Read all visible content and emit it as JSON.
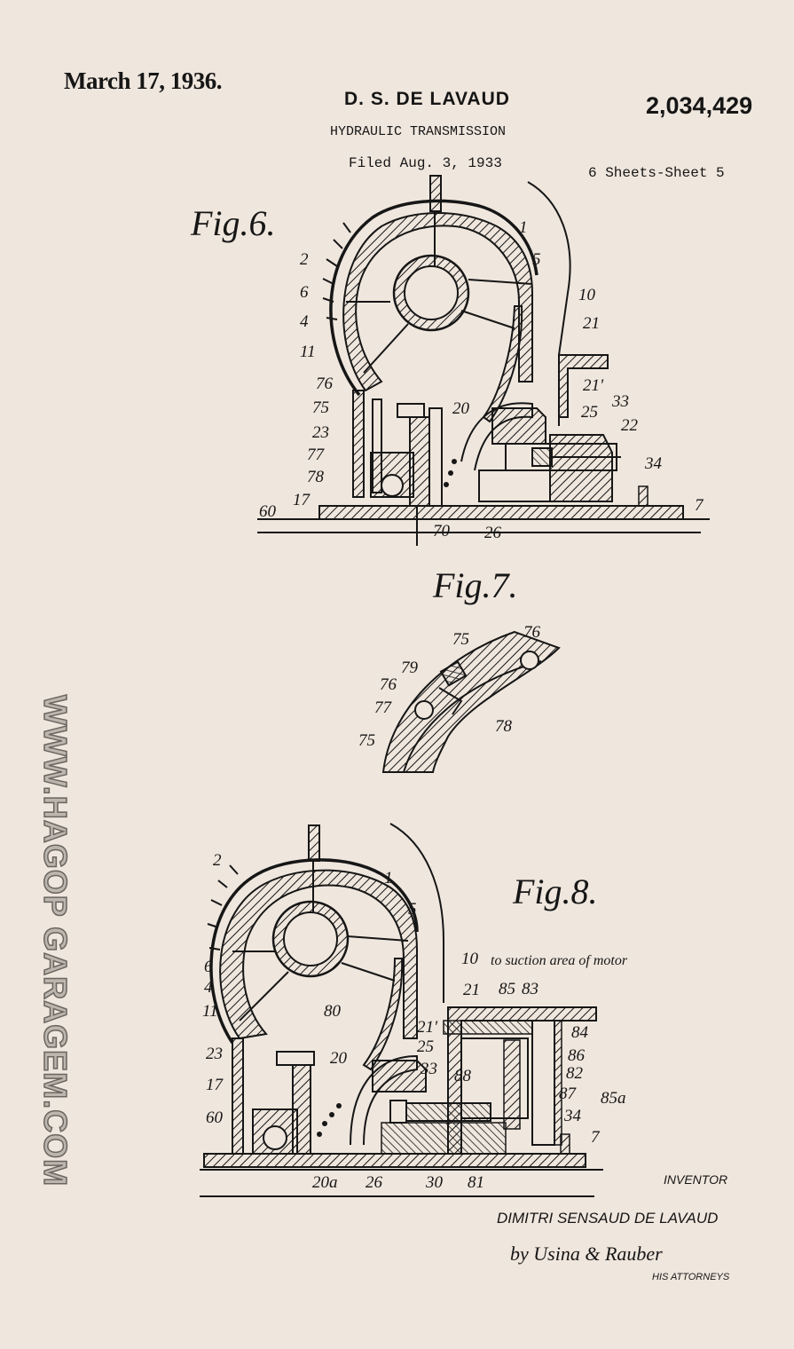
{
  "header": {
    "date": "March 17, 1936.",
    "inventor_name": "D. S. DE LAVAUD",
    "patent_number": "2,034,429",
    "title": "HYDRAULIC TRANSMISSION",
    "filed": "Filed Aug. 3, 1933",
    "sheet": "6 Sheets-Sheet 5"
  },
  "watermark": "WWW.HAGOP GARAGEM.COM",
  "figures": {
    "fig6": {
      "label": "Fig.6.",
      "callouts": [
        "2",
        "6",
        "4",
        "11",
        "76",
        "75",
        "23",
        "77",
        "78",
        "17",
        "60",
        "1",
        "5",
        "10",
        "21",
        "21'",
        "20",
        "33",
        "25",
        "22",
        "34",
        "7",
        "70",
        "26"
      ]
    },
    "fig7": {
      "label": "Fig.7.",
      "callouts": [
        "75",
        "76",
        "79",
        "76",
        "77",
        "78",
        "75"
      ]
    },
    "fig8": {
      "label": "Fig.8.",
      "note": "to suction area of motor",
      "callouts": [
        "2",
        "6",
        "4",
        "11",
        "23",
        "17",
        "60",
        "1",
        "5",
        "10",
        "80",
        "20",
        "21",
        "25",
        "33",
        "21'",
        "85",
        "83",
        "84",
        "86",
        "88",
        "82",
        "87",
        "85a",
        "34",
        "7",
        "20a",
        "26",
        "30",
        "81"
      ]
    }
  },
  "signature": {
    "caption": "INVENTOR",
    "inventor": "DIMITRI SENSAUD DE LAVAUD",
    "attorneys": "by Usina & Rauber",
    "attorneys_caption": "HIS ATTORNEYS"
  }
}
